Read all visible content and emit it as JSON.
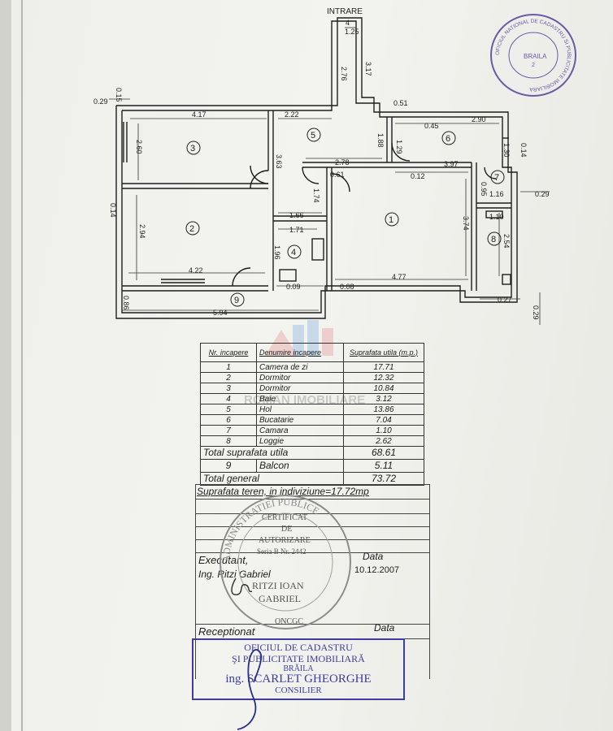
{
  "plan": {
    "entrance_label": "INTRARE",
    "entrance_code": "4",
    "dimensions": [
      "1.25",
      "2.76",
      "3.17",
      "0.15",
      "0.29",
      "0.51",
      "4.17",
      "2.22",
      "2.90",
      "0.45",
      "2.60",
      "3.63",
      "1.88",
      "1.29",
      "1.30",
      "0.14",
      "2.78",
      "3.97",
      "0.61",
      "0.12",
      "0.95",
      "1.16",
      "0.29",
      "1.74",
      "0.14",
      "1.66",
      "1.71",
      "1.10",
      "2.94",
      "3.74",
      "2.54",
      "1.96",
      "4.22",
      "4.77",
      "0.09",
      "0.08",
      "0.86",
      "5.94",
      "0.27",
      "0.29"
    ],
    "room_numbers": [
      "1",
      "2",
      "3",
      "4",
      "5",
      "6",
      "7",
      "8",
      "9"
    ]
  },
  "table": {
    "headers": [
      "Nr. incapere",
      "Denumire incapere",
      "Suprafata utila (m.p.)"
    ],
    "rows": [
      {
        "nr": "1",
        "name": "Camera de zi",
        "area": "17.71"
      },
      {
        "nr": "2",
        "name": "Dormitor",
        "area": "12.32"
      },
      {
        "nr": "3",
        "name": "Dormitor",
        "area": "10.84"
      },
      {
        "nr": "4",
        "name": "Baie",
        "area": "3.12"
      },
      {
        "nr": "5",
        "name": "Hol",
        "area": "13.86"
      },
      {
        "nr": "6",
        "name": "Bucatarie",
        "area": "7.04"
      },
      {
        "nr": "7",
        "name": "Camara",
        "area": "1.10"
      },
      {
        "nr": "8",
        "name": "Loggie",
        "area": "2.62"
      }
    ],
    "total_util_label": "Total suprafata utila",
    "total_util_value": "68.61",
    "balcon_nr": "9",
    "balcon_label": "Balcon",
    "balcon_value": "5.11",
    "total_general_label": "Total general",
    "total_general_value": "73.72"
  },
  "lower": {
    "teren": "Suprafata teren, in indiviziune=17.72mp",
    "executant": "Executant,",
    "data_label": "Data",
    "engineer": "Ing. Ritzi Gabriel",
    "date": "10.12.2007",
    "receptionat": "Receptionat",
    "data_label2": "Data"
  },
  "stamp_round": {
    "line1": "CERTIFICAT",
    "line2": "DE",
    "line3": "AUTORIZARE",
    "line4": "Seria B Nr. 2442",
    "name1": "RITZI IOAN",
    "name2": "GABRIEL",
    "ring": "ADMINISTRATIEI PUBLICE",
    "bottom": "ONCGC"
  },
  "stamp_blue": {
    "line1": "OFICIUL DE CADASTRU",
    "line2": "ŞI PUBLICITATE IMOBILIARĂ",
    "line3": "BRĂILA",
    "line4": "ing. SCARLET GHEORGHE",
    "line5": "CONSILIER"
  },
  "stamp_top": {
    "ring": "OFICIUL NATIONAL DE CADASTRU SI PUBLICITATE IMOBILIARA",
    "center": "BRAILA",
    "num": "2"
  },
  "watermark": {
    "text": "ROMAN IMOBILIARE"
  },
  "colors": {
    "ink": "#222222",
    "stamp_blue": "#3b3ea0",
    "stamp_purple": "#6a5aa8",
    "paper": "#f1f1ec"
  }
}
